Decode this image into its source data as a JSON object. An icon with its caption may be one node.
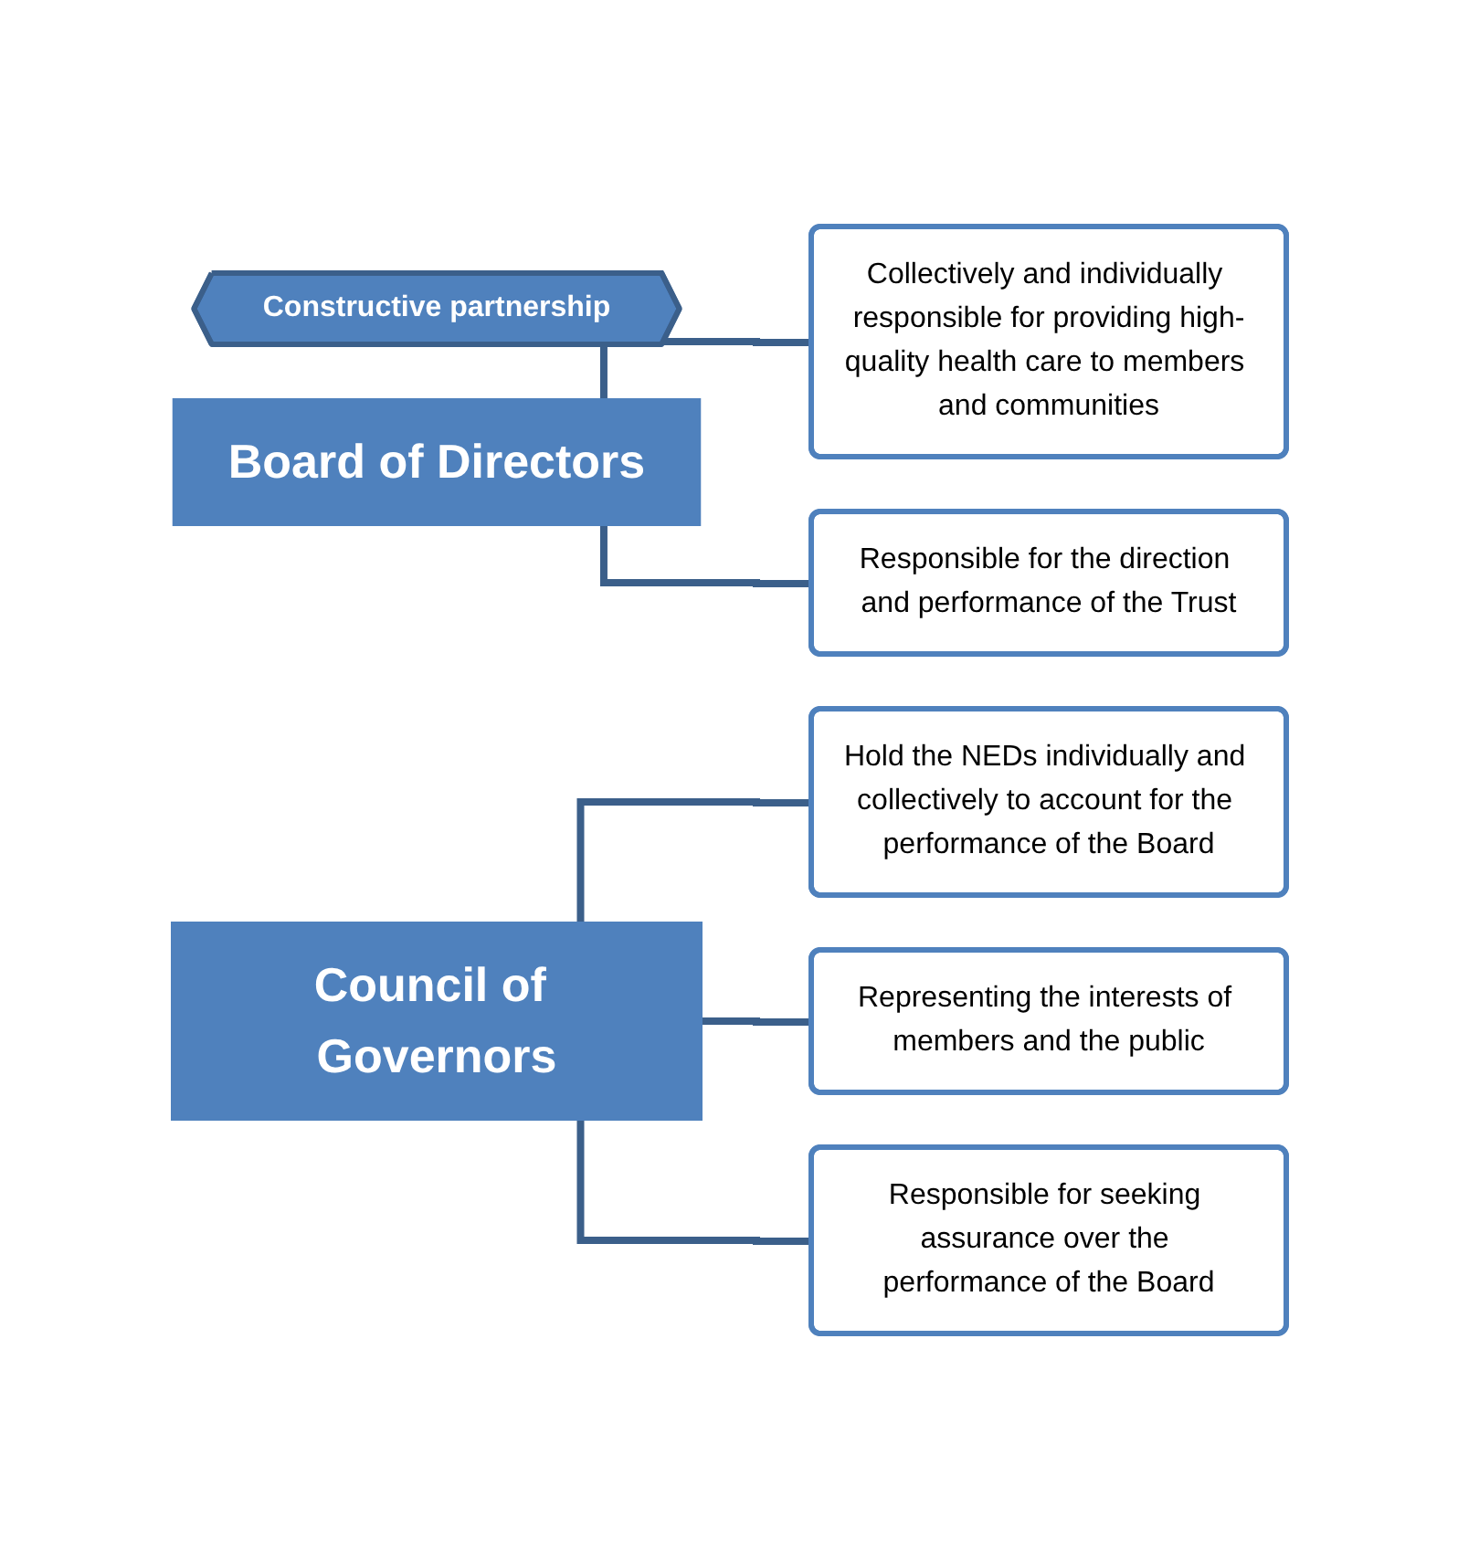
{
  "diagram": {
    "nodes": [
      {
        "text": [
          "Board of Directors"
        ]
      },
      {
        "text": [
          "Council of Governors"
        ]
      },
      {
        "text": [
          "Collectively and individually responsible for providing high-quality health care to members and communities"
        ]
      },
      {
        "text": [
          "Responsible for the direction and performance of the Trust"
        ]
      },
      {
        "text": [
          "Hold the NEDs individually and collectively to account for the performance of the Board"
        ]
      },
      {
        "text": [
          "Representing the interests of members and the public"
        ]
      },
      {
        "text": [
          "Responsible for seeking assurance over the performance of the Board"
        ]
      },
      {
        "text": [
          "Constructive partnership"
        ]
      }
    ],
    "edges": [
      {
        "from": 0,
        "to": 2,
        "arrow": "none"
      },
      {
        "from": 0,
        "to": 3,
        "arrow": "none"
      },
      {
        "from": 1,
        "to": 4,
        "arrow": "none"
      },
      {
        "from": 1,
        "to": 5,
        "arrow": "none"
      },
      {
        "from": 1,
        "to": 6,
        "arrow": "none"
      }
    ]
  }
}
